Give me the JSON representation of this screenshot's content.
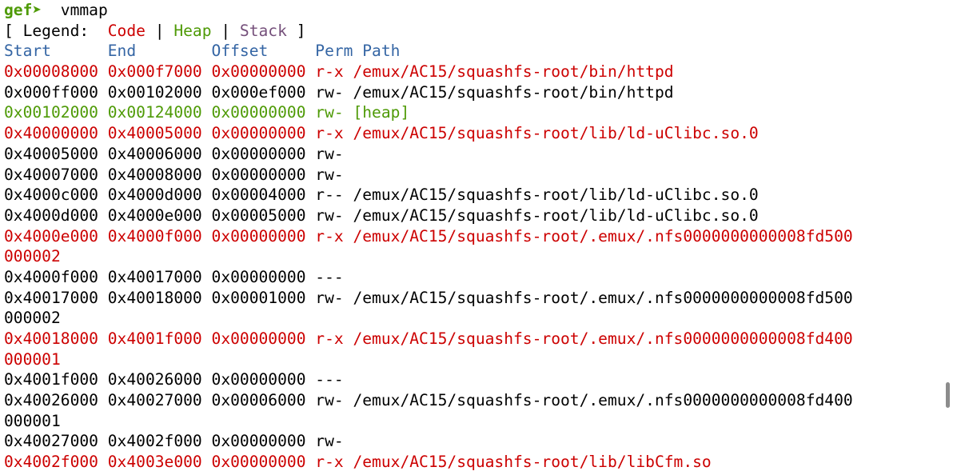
{
  "prompt": {
    "name": "gef",
    "arrow": "➤",
    "command": "  vmmap"
  },
  "legend": {
    "open": "[ Legend:  ",
    "code": "Code",
    "sep1": " | ",
    "heap": "Heap",
    "sep2": " | ",
    "stack": "Stack",
    "close": " ]"
  },
  "header": "Start      End        Offset     Perm Path",
  "lines": [
    {
      "text": "0x00008000 0x000f7000 0x00000000 r-x /emux/AC15/squashfs-root/bin/httpd",
      "kind": "code"
    },
    {
      "text": "0x000ff000 0x00102000 0x000ef000 rw- /emux/AC15/squashfs-root/bin/httpd",
      "kind": "plain"
    },
    {
      "text": "0x00102000 0x00124000 0x00000000 rw- [heap]",
      "kind": "heap"
    },
    {
      "text": "0x40000000 0x40005000 0x00000000 r-x /emux/AC15/squashfs-root/lib/ld-uClibc.so.0",
      "kind": "code"
    },
    {
      "text": "0x40005000 0x40006000 0x00000000 rw-",
      "kind": "plain"
    },
    {
      "text": "0x40007000 0x40008000 0x00000000 rw-",
      "kind": "plain"
    },
    {
      "text": "0x4000c000 0x4000d000 0x00004000 r-- /emux/AC15/squashfs-root/lib/ld-uClibc.so.0",
      "kind": "plain"
    },
    {
      "text": "0x4000d000 0x4000e000 0x00005000 rw- /emux/AC15/squashfs-root/lib/ld-uClibc.so.0",
      "kind": "plain"
    },
    {
      "text": "0x4000e000 0x4000f000 0x00000000 r-x /emux/AC15/squashfs-root/.emux/.nfs0000000000008fd500",
      "kind": "code"
    },
    {
      "text": "000002",
      "kind": "code"
    },
    {
      "text": "0x4000f000 0x40017000 0x00000000 ---",
      "kind": "plain"
    },
    {
      "text": "0x40017000 0x40018000 0x00001000 rw- /emux/AC15/squashfs-root/.emux/.nfs0000000000008fd500",
      "kind": "plain"
    },
    {
      "text": "000002",
      "kind": "plain"
    },
    {
      "text": "0x40018000 0x4001f000 0x00000000 r-x /emux/AC15/squashfs-root/.emux/.nfs0000000000008fd400",
      "kind": "code"
    },
    {
      "text": "000001",
      "kind": "code"
    },
    {
      "text": "0x4001f000 0x40026000 0x00000000 ---",
      "kind": "plain"
    },
    {
      "text": "0x40026000 0x40027000 0x00006000 rw- /emux/AC15/squashfs-root/.emux/.nfs0000000000008fd400",
      "kind": "plain"
    },
    {
      "text": "000001",
      "kind": "plain"
    },
    {
      "text": "0x40027000 0x4002f000 0x00000000 rw-",
      "kind": "plain"
    },
    {
      "text": "0x4002f000 0x4003e000 0x00000000 r-x /emux/AC15/squashfs-root/lib/libCfm.so",
      "kind": "code"
    }
  ],
  "colors": {
    "code": "#cc0000",
    "heap": "#4e9a06",
    "stack": "#75507b",
    "header": "#3465a4",
    "prompt": "#4e9a06"
  }
}
